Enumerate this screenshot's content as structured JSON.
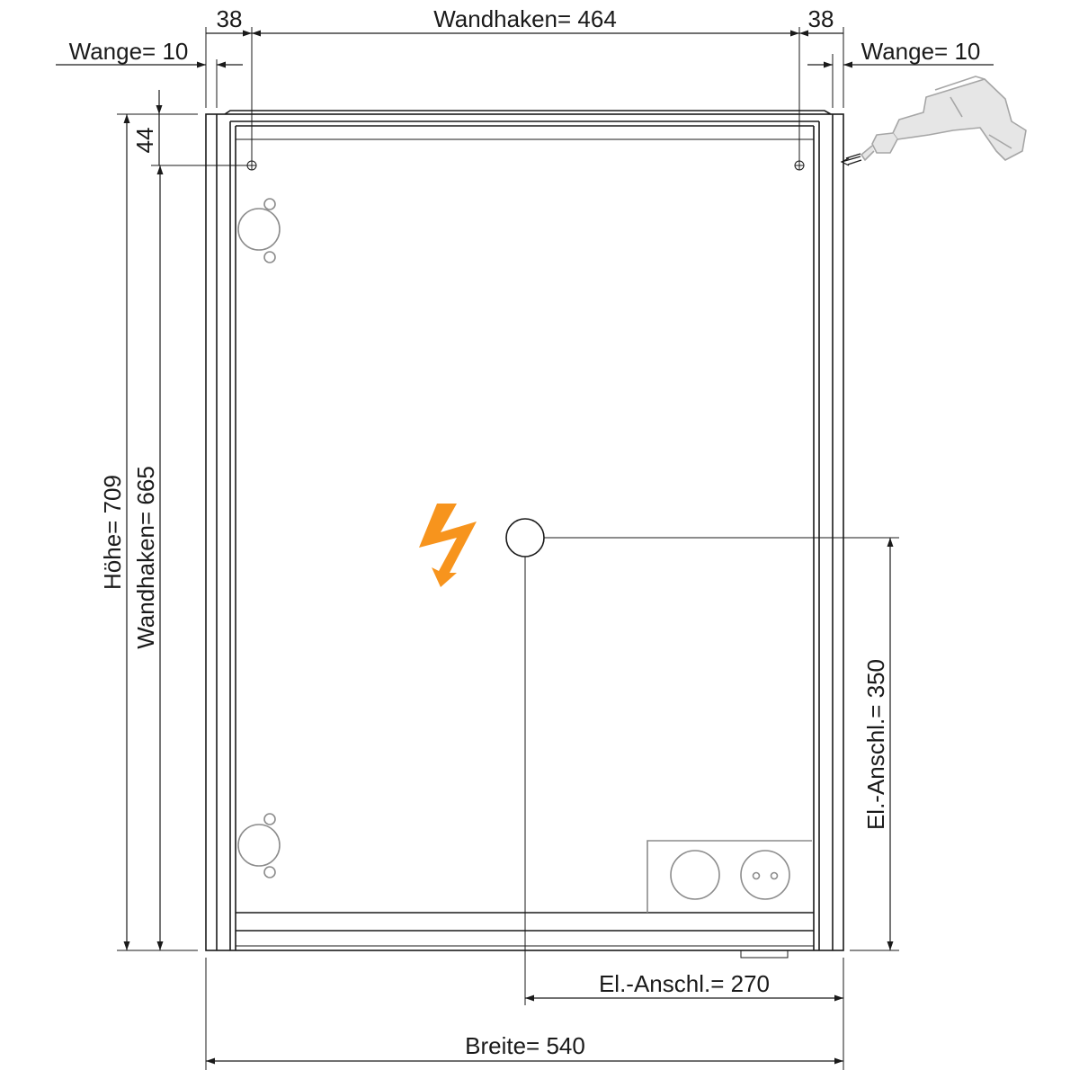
{
  "dimensions": {
    "wange_left": "Wange= 10",
    "wange_right": "Wange= 10",
    "offset_left": "38",
    "offset_right": "38",
    "wandhaken_width": "Wandhaken=  464",
    "top_offset": "44",
    "hoehe": "Höhe=  709",
    "wandhaken_height": "Wandhaken=  665",
    "el_anschl_vertical": "El.-Anschl.=  350",
    "el_anschl_horizontal": "El.-Anschl.=  270",
    "breite": "Breite=  540"
  },
  "icons": {
    "power": "lightning-bolt-icon",
    "drill": "drill-icon",
    "socket": "power-socket-icon"
  },
  "colors": {
    "accent": "#f7941d",
    "line": "#1a1a1a",
    "muted": "#8c8c8c"
  }
}
